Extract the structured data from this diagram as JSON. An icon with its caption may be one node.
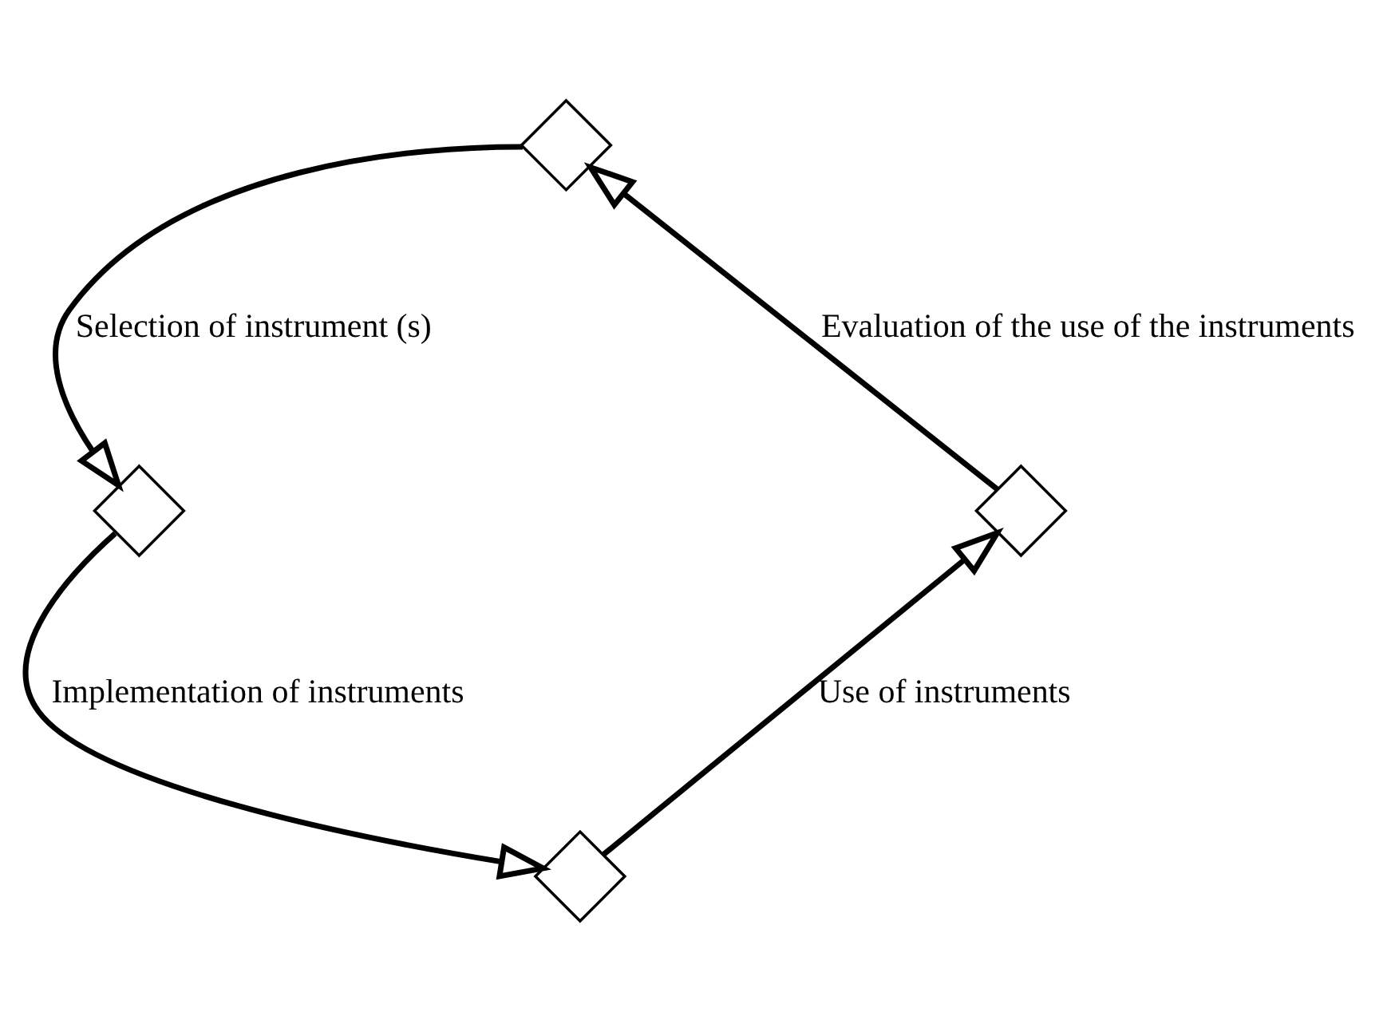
{
  "diagram": {
    "nodes": [
      {
        "text": [],
        "shape": "diamond"
      },
      {
        "text": [],
        "shape": "diamond"
      },
      {
        "text": [],
        "shape": "diamond"
      },
      {
        "text": [],
        "shape": "diamond"
      }
    ],
    "edges": [
      {
        "from": 0,
        "to": 2,
        "arrow": "to",
        "label": "Selection of instrument (s)"
      },
      {
        "from": 2,
        "to": 3,
        "arrow": "to",
        "label": "Implementation of instruments"
      },
      {
        "from": 3,
        "to": 1,
        "arrow": "to",
        "label": "Use of instruments"
      },
      {
        "from": 1,
        "to": 0,
        "arrow": "to",
        "label": "Evaluation of the use of the instruments"
      }
    ]
  }
}
